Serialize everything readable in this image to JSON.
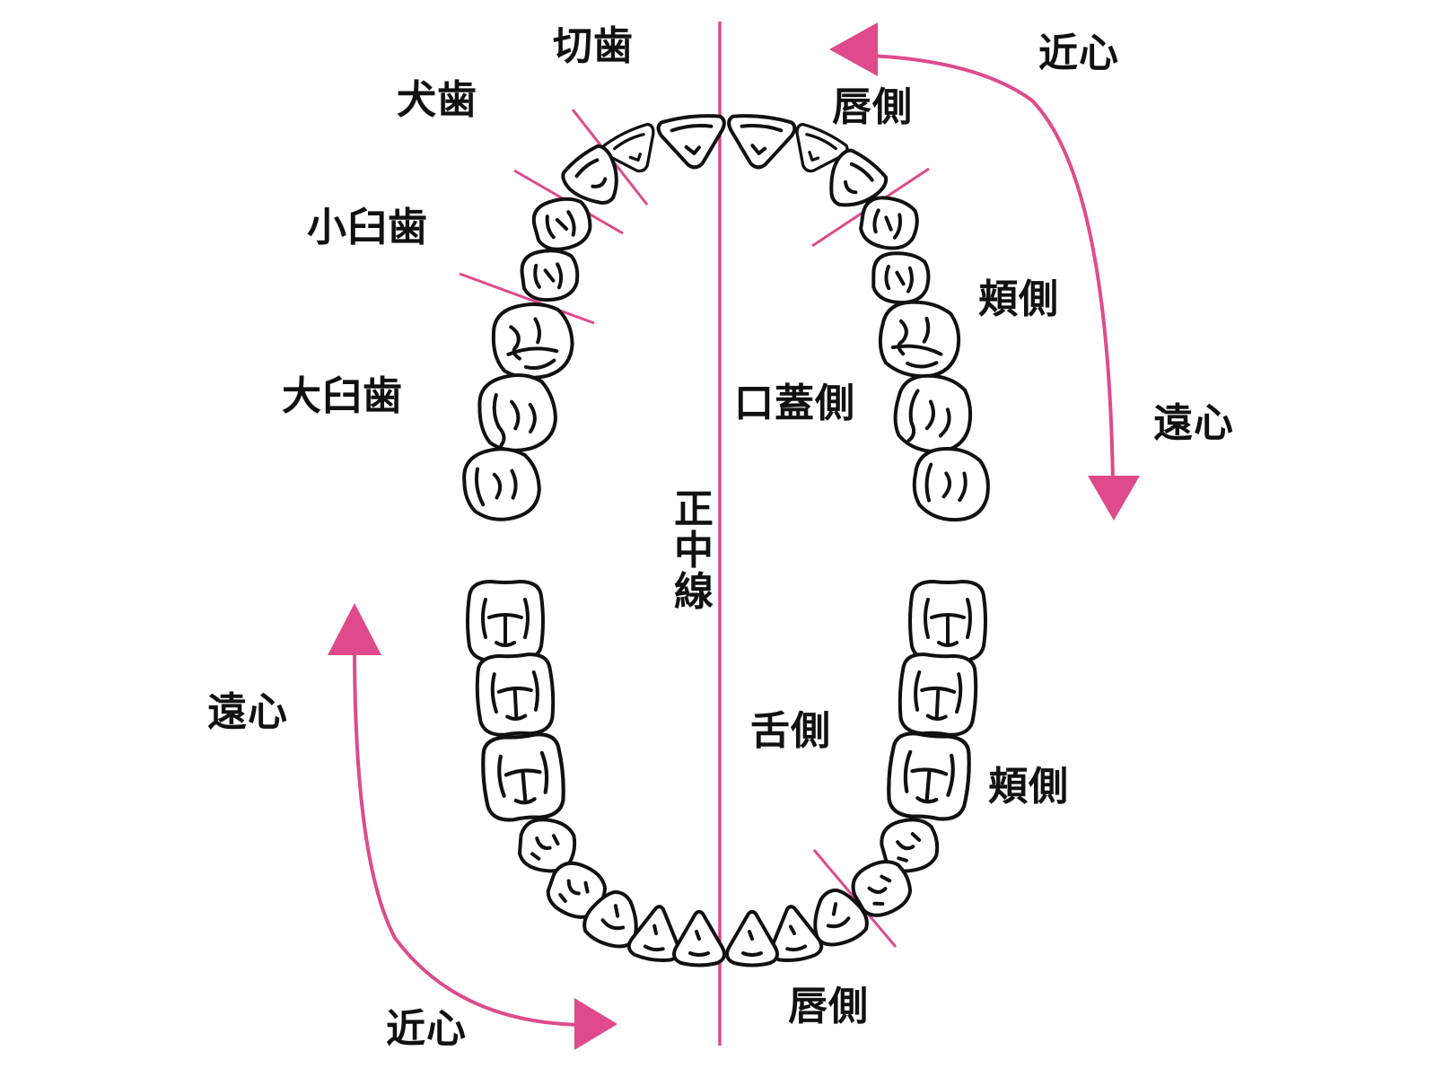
{
  "colors": {
    "accent": "#de4a8c",
    "outline": "#111111",
    "background": "#ffffff"
  },
  "labels": {
    "incisor": "切歯",
    "canine": "犬歯",
    "premolar": "小臼歯",
    "molar": "大臼歯",
    "upper_mesial": "近心",
    "upper_distal": "遠心",
    "upper_labial": "唇側",
    "upper_buccal": "頬側",
    "palatal": "口蓋側",
    "midline": [
      "正",
      "中",
      "線"
    ],
    "lingual": "舌側",
    "lower_buccal": "頬側",
    "lower_labial": "唇側",
    "lower_distal": "遠心",
    "lower_mesial": "近心"
  }
}
